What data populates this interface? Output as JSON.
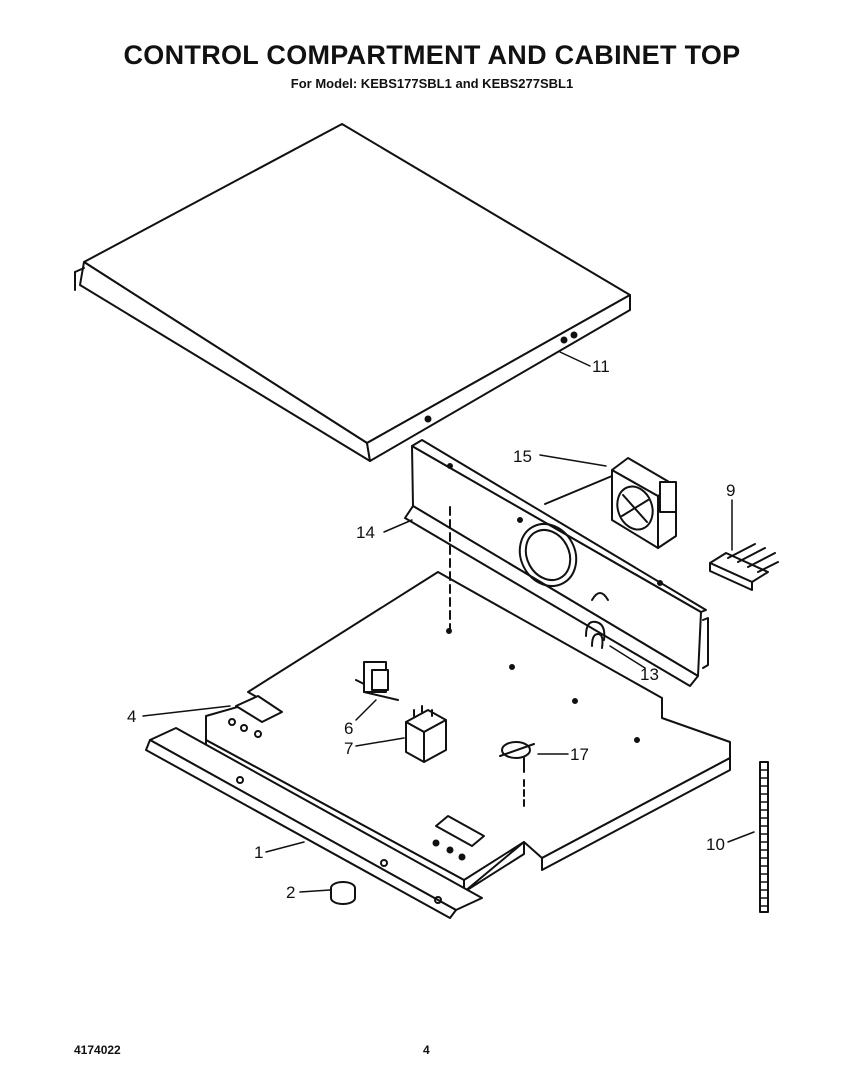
{
  "header": {
    "title": "CONTROL COMPARTMENT AND CABINET TOP",
    "subtitle": "For Model: KEBS177SBL1 and KEBS277SBL1"
  },
  "footer": {
    "part_number": "4174022",
    "page": "4"
  },
  "callouts": [
    {
      "id": "11",
      "label": "11",
      "part": "cabinet-top"
    },
    {
      "id": "15",
      "label": "15",
      "part": "cooling-fan"
    },
    {
      "id": "9",
      "label": "9",
      "part": "terminal-block"
    },
    {
      "id": "14",
      "label": "14",
      "part": "control-panel-bracket"
    },
    {
      "id": "13",
      "label": "13",
      "part": "clip"
    },
    {
      "id": "4",
      "label": "4",
      "part": "plate"
    },
    {
      "id": "6",
      "label": "6",
      "part": "transformer"
    },
    {
      "id": "7",
      "label": "7",
      "part": "relay"
    },
    {
      "id": "17",
      "label": "17",
      "part": "thermostat"
    },
    {
      "id": "10",
      "label": "10",
      "part": "gasket-strip"
    },
    {
      "id": "1",
      "label": "1",
      "part": "front-trim"
    },
    {
      "id": "2",
      "label": "2",
      "part": "bumper"
    }
  ],
  "colors": {
    "ink": "#111111",
    "paper": "#ffffff"
  }
}
